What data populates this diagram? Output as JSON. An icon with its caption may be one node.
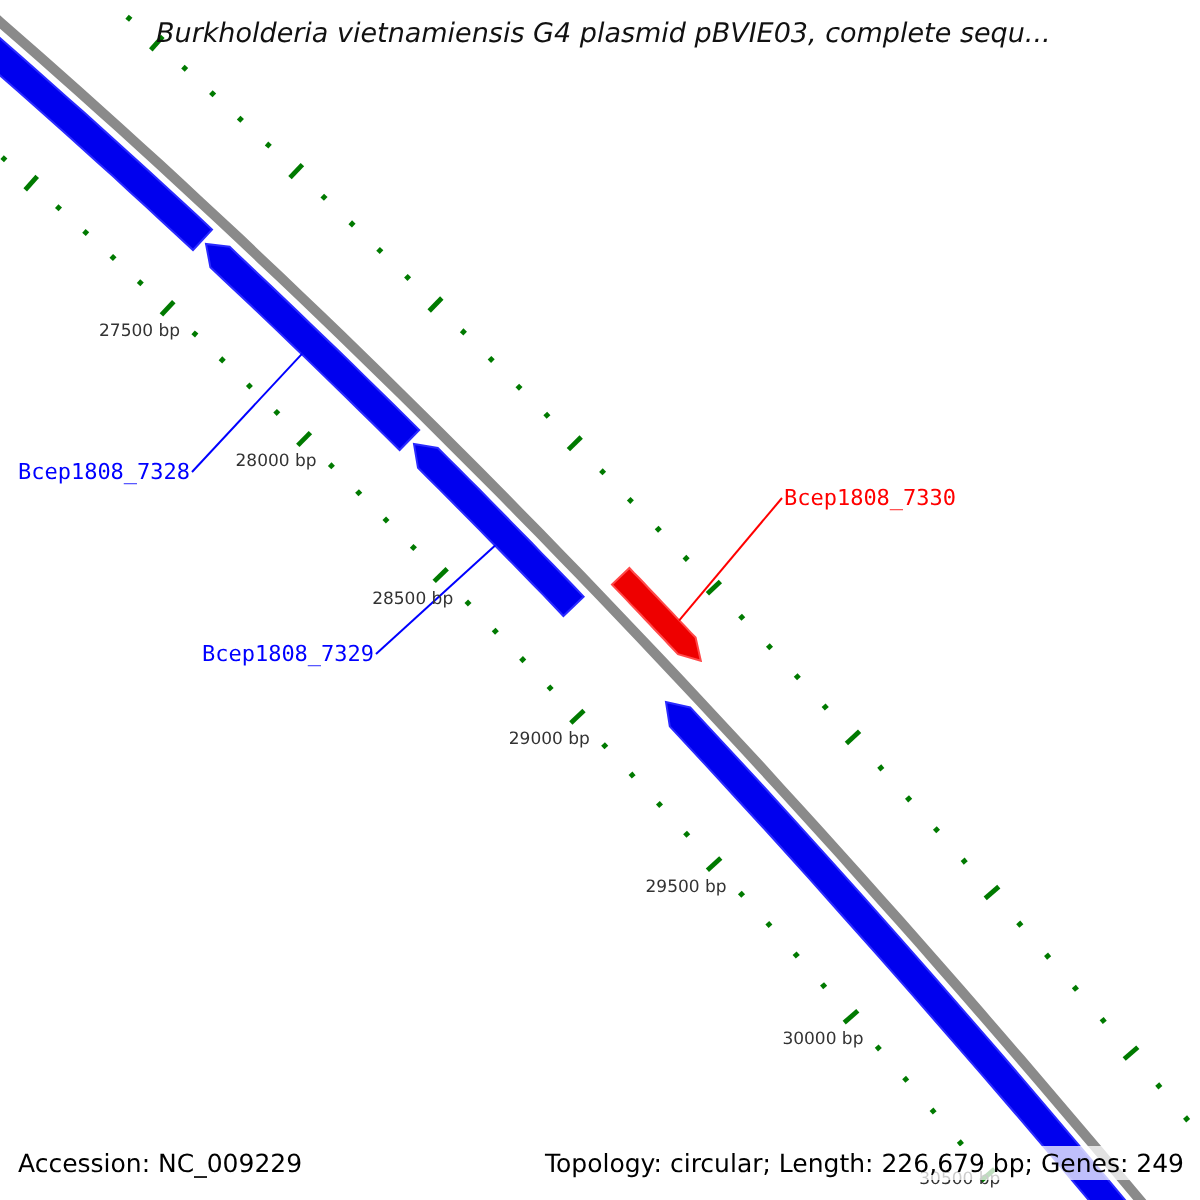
{
  "diagram": {
    "title": "Burkholderia vietnamiensis G4 plasmid pBVIE03, complete sequ...",
    "nodes": [
      {
        "text": [
          "Bcep1808_7328"
        ]
      },
      {
        "text": [
          "Bcep1808_7329"
        ]
      },
      {
        "text": [
          "Bcep1808_7330"
        ]
      },
      {
        "text": [],
        "shape": "bar"
      },
      {
        "text": [],
        "shape": "arrow"
      },
      {
        "text": [],
        "shape": "arrow"
      },
      {
        "text": [],
        "shape": "arrow"
      },
      {
        "text": [],
        "shape": "arrow"
      }
    ],
    "edges": [
      {
        "from": 0,
        "to": 4,
        "arrow": "none"
      },
      {
        "from": 1,
        "to": 5,
        "arrow": "none"
      },
      {
        "from": 2,
        "to": 6,
        "arrow": "none",
        "color": "#ff0000"
      }
    ],
    "labels": [
      "27500 bp",
      "28000 bp",
      "28500 bp",
      "29000 bp",
      "29500 bp",
      "30000 bp",
      "30500 bp",
      "Accession: NC_009229",
      "Topology: circular; Length: 226,679 bp; Genes: 249"
    ]
  }
}
